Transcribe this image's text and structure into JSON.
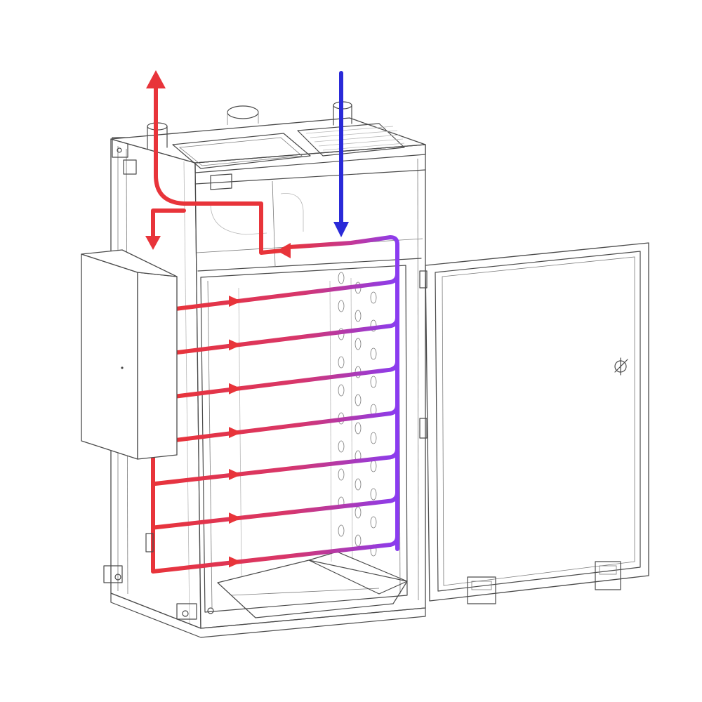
{
  "colors": {
    "hot_air": "#e8343a",
    "cold_air": "#2a2ad8",
    "return_air": "#8a3cf0",
    "outline": "#4a4a4a",
    "background": "#ffffff"
  },
  "flow_paths": {
    "exhaust": "hot_air",
    "fresh_air_intake": "cold_air",
    "recirculation_channel": "return_air",
    "horizontal_passes": 7
  }
}
